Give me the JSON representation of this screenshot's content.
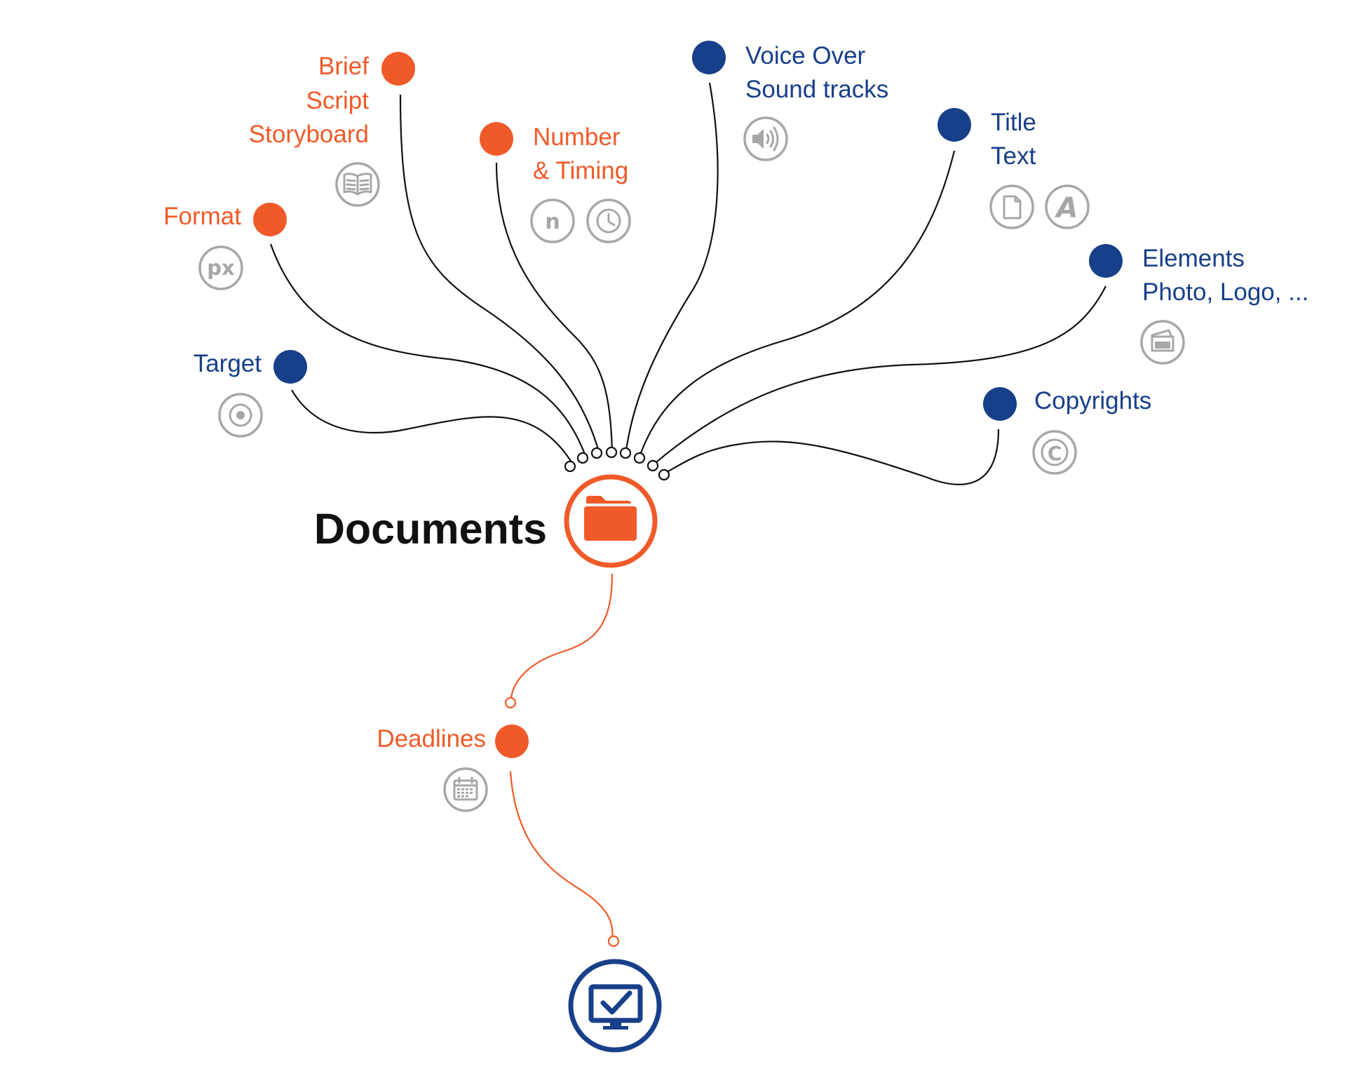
{
  "center": {
    "label": "Documents"
  },
  "nodes": {
    "brief": {
      "lines": [
        "Brief",
        "Script",
        "Storyboard"
      ],
      "color": "#f05a28",
      "icon": "book-icon"
    },
    "format": {
      "lines": [
        "Format"
      ],
      "color": "#f05a28",
      "icon": "px-icon",
      "icon_text": "px"
    },
    "target": {
      "lines": [
        "Target"
      ],
      "color": "#173f8a",
      "icon": "target-icon"
    },
    "number_timing": {
      "lines": [
        "Number",
        "& Timing"
      ],
      "color": "#f05a28",
      "icons": [
        "number-icon",
        "clock-icon"
      ],
      "icon_text": "n"
    },
    "voice_over": {
      "lines": [
        "Voice Over",
        "Sound tracks"
      ],
      "color": "#173f8a",
      "icon": "speaker-icon"
    },
    "title_text": {
      "lines": [
        "Title",
        "Text"
      ],
      "color": "#173f8a",
      "icons": [
        "page-icon",
        "font-icon"
      ],
      "icon_text": "A"
    },
    "elements": {
      "lines": [
        "Elements",
        "Photo, Logo, ..."
      ],
      "color": "#173f8a",
      "icon": "photo-icon"
    },
    "copyrights": {
      "lines": [
        "Copyrights"
      ],
      "color": "#173f8a",
      "icon": "copyright-icon",
      "icon_text": "C"
    },
    "deadlines": {
      "lines": [
        "Deadlines"
      ],
      "color": "#f05a28",
      "icon": "calendar-icon"
    }
  },
  "colors": {
    "orange": "#f05a28",
    "blue": "#173f8a",
    "icon_gray": "#a7a7a7",
    "line": "#111111"
  },
  "end_node": {
    "icon": "monitor-check-icon"
  }
}
